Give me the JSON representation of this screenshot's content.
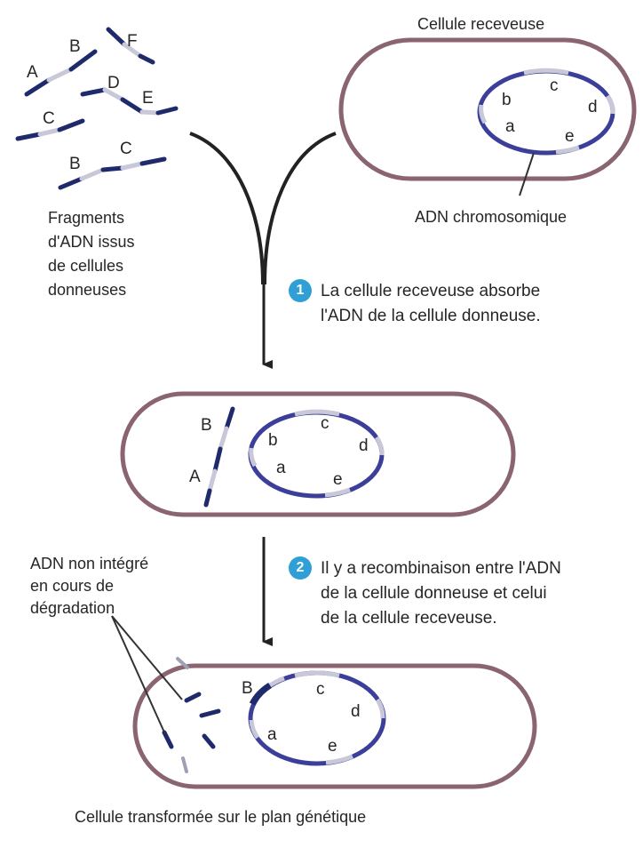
{
  "recipient_cell_label": "Cellule receveuse",
  "donor_fragments_label": [
    "Fragments",
    "d'ADN issus",
    "de cellules",
    "donneuses"
  ],
  "chromosomal_dna_label": "ADN chromosomique",
  "non_integrated_label": [
    "ADN non intégré",
    "en cours de",
    "dégradation"
  ],
  "transformed_cell_label": "Cellule transformée sur le plan génétique",
  "steps": [
    {
      "number": "1",
      "lines": [
        "La cellule receveuse absorbe",
        "l'ADN de la cellule donneuse."
      ]
    },
    {
      "number": "2",
      "lines": [
        "Il y a recombinaison entre l'ADN",
        "de la cellule donneuse et celui",
        "de la cellule receveuse."
      ]
    }
  ],
  "gene_letters": {
    "fragments": [
      "A",
      "B",
      "F",
      "D",
      "E",
      "C",
      "B",
      "C"
    ],
    "chromosome_top": [
      "c",
      "b",
      "d",
      "a",
      "e"
    ],
    "absorbed_fragment": [
      "B",
      "A"
    ],
    "chromosome_middle": [
      "c",
      "b",
      "d",
      "a",
      "e"
    ],
    "chromosome_bottom": [
      "B",
      "c",
      "d",
      "a",
      "e"
    ]
  },
  "colors": {
    "cell_membrane": "#8a6470",
    "dna_recipient": "#3b3f9a",
    "dna_donor": "#1f2a6b",
    "dna_light": "#c8c8d8",
    "arrow": "#222222",
    "badge": "#2f9fd6"
  }
}
